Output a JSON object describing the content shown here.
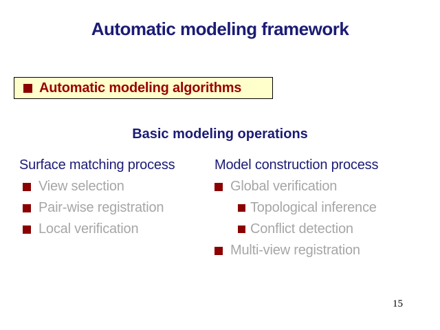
{
  "slide": {
    "title": "Automatic modeling framework",
    "highlight": {
      "label": "Automatic modeling algorithms"
    },
    "section_title": "Basic modeling operations",
    "columns": [
      {
        "header": "Surface matching process",
        "items": [
          {
            "label": "View selection",
            "indent": 0
          },
          {
            "label": "Pair-wise registration",
            "indent": 0
          },
          {
            "label": "Local verification",
            "indent": 0
          }
        ]
      },
      {
        "header": "Model construction process",
        "items": [
          {
            "label": "Global verification",
            "indent": 0
          },
          {
            "label": "Topological inference",
            "indent": 1
          },
          {
            "label": "Conflict detection",
            "indent": 1
          },
          {
            "label": "Multi-view registration",
            "indent": 0
          }
        ]
      }
    ],
    "page_number": "15",
    "colors": {
      "title_navy": "#1b1b75",
      "bullet_red": "#8b0000",
      "highlight_text_red": "#990000",
      "highlight_bg": "#ffffcc",
      "item_gray": "#a6a6a6"
    }
  }
}
